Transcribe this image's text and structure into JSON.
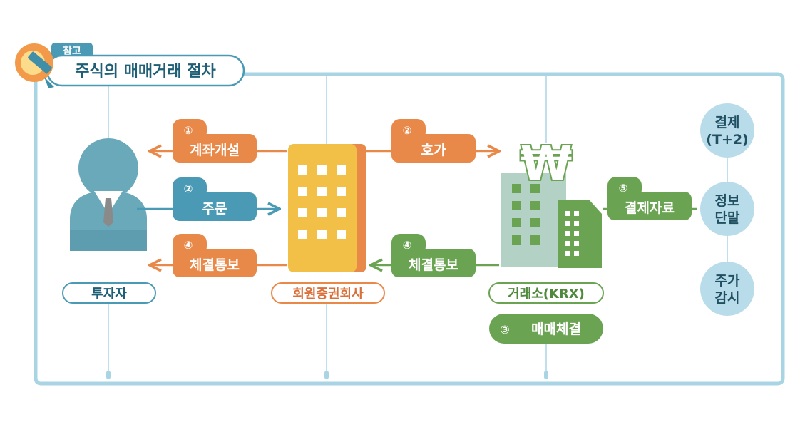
{
  "badge": {
    "tag": "참고",
    "title": "주식의 매매거래 절차"
  },
  "steps": {
    "account_open": {
      "num": "①",
      "label": "계좌개설"
    },
    "quote": {
      "num": "②",
      "label": "호가"
    },
    "order": {
      "num": "②",
      "label": "주문"
    },
    "notify_left": {
      "num": "④",
      "label": "체결통보"
    },
    "notify_mid": {
      "num": "④",
      "label": "체결통보"
    },
    "settle_data": {
      "num": "⑤",
      "label": "결제자료"
    },
    "match": {
      "num": "③",
      "label": "매매체결"
    }
  },
  "actors": {
    "investor": "투자자",
    "broker": "회원증권회사",
    "exchange": "거래소(KRX)",
    "won_symbol": "₩"
  },
  "right_circles": {
    "settlement": [
      "결제",
      "(T+2)"
    ],
    "terminal": [
      "정보",
      "단말"
    ],
    "surveillance": [
      "주가",
      "감시"
    ]
  },
  "colors": {
    "frame": "#a8d4e4",
    "orange": "#e8894a",
    "teal": "#4a9ab5",
    "green": "#6aa352",
    "circle": "#b9dcea",
    "person": "#6aa9b9",
    "building_yellow": "#f2bf47"
  }
}
